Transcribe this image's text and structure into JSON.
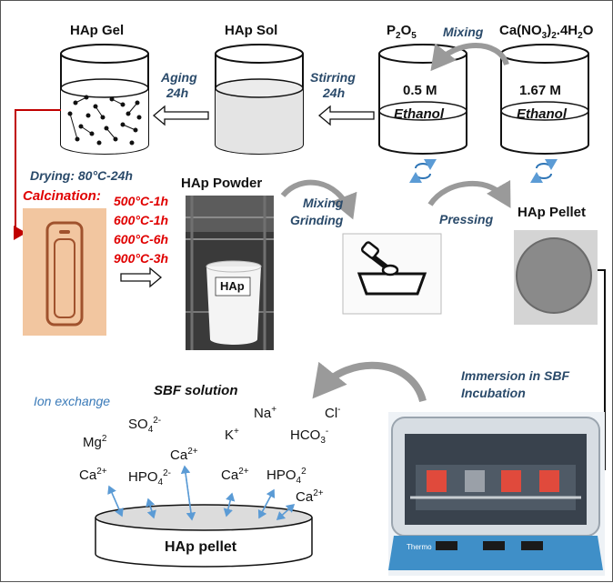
{
  "labels": {
    "hap_gel": "HAp Gel",
    "hap_sol": "HAp Sol",
    "p2o5": "P",
    "p2o5_sub1": "2",
    "p2o5_mid": "O",
    "p2o5_sub2": "5",
    "mixing": "Mixing",
    "ca_nitrate_a": "Ca(NO",
    "ca_nitrate_sub": "3",
    "ca_nitrate_b": ")",
    "ca_nitrate_sub2": "2",
    "ca_nitrate_c": ".4H",
    "ca_nitrate_sub3": "2",
    "ca_nitrate_d": "O",
    "conc_left": "0.5 M",
    "conc_right": "1.67 M",
    "ethanol_left": "Ethanol",
    "ethanol_right": "Ethanol",
    "aging": "Aging",
    "aging_time": "24h",
    "stirring": "Stirring",
    "stirring_time": "24h",
    "drying": "Drying: 80°C-24h",
    "calcination": "Calcination:",
    "calc_steps": [
      "500°C-1h",
      "600°C-1h",
      "600°C-6h",
      "900°C-3h"
    ],
    "hap_powder": "HAp Powder",
    "hap_on_beaker": "HAp",
    "mixing_grinding_1": "Mixing",
    "mixing_grinding_2": "Grinding",
    "pressing": "Pressing",
    "hap_pellet": "HAp Pellet",
    "immersion_1": "Immersion in SBF",
    "immersion_2": "Incubation",
    "ion_exchange": "Ion exchange",
    "sbf_solution": "SBF solution",
    "pellet_disk": "HAp pellet",
    "incubator_brand": "Thermo"
  },
  "ions": {
    "mg": "Mg",
    "mg_sup": "2",
    "so4": "SO",
    "so4_sub": "4",
    "so4_sup": "2-",
    "k": "K",
    "k_sup": "+",
    "na": "Na",
    "na_sup": "+",
    "cl": "Cl",
    "cl_sup": "-",
    "hco3": "HCO",
    "hco3_sub": "3",
    "hco3_sup": "-",
    "ca1": "Ca",
    "ca1_sup": "2+",
    "hpo4_1": "HPO",
    "hpo4_1_sub": "4",
    "hpo4_1_sup": "2-",
    "ca2": "Ca",
    "ca2_sup": "2+",
    "ca3": "Ca",
    "ca3_sup": "2+",
    "hpo4_2": "HPO",
    "hpo4_2_sub": "4",
    "hpo4_2_sup": "2",
    "ca4": "Ca",
    "ca4_sup": "2+"
  },
  "colors": {
    "process_text": "#2a4a6a",
    "calcination_text": "#e00000",
    "ion_exchange_text": "#3a7ab8",
    "connector_red": "#c00000",
    "crucible_fill": "#f2c6a0",
    "arrow_gray": "#9a9a9a",
    "ion_arrow": "#5b9bd5"
  }
}
